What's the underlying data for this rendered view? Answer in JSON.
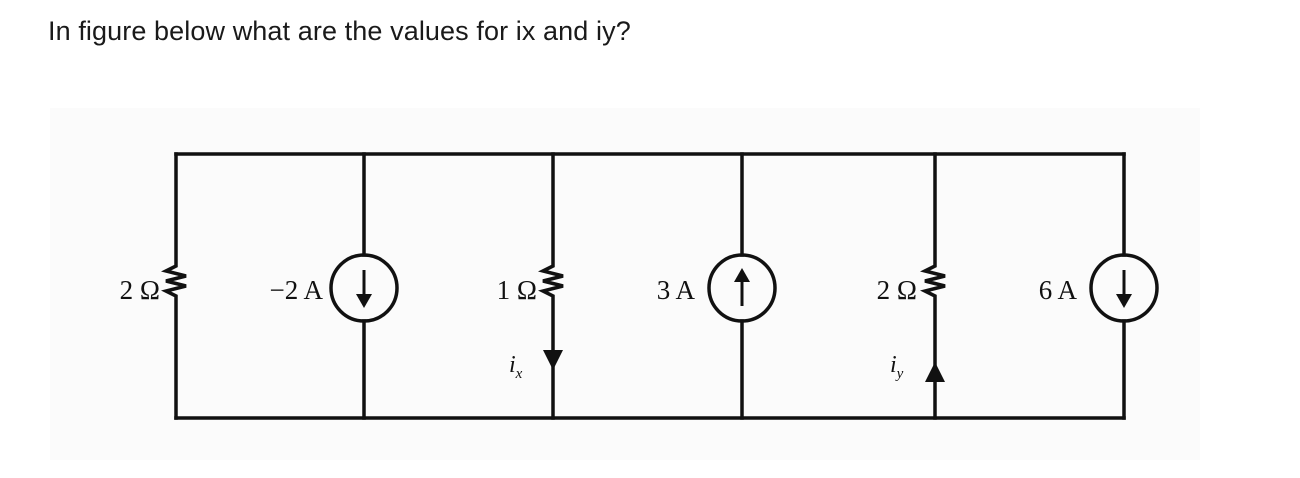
{
  "question": {
    "text": "In figure below what are the values for ix and iy?"
  },
  "circuit": {
    "elements": [
      {
        "type": "resistor",
        "label": "2 Ω"
      },
      {
        "type": "current-source",
        "label": "−2 A",
        "direction": "down"
      },
      {
        "type": "resistor",
        "label": "1 Ω"
      },
      {
        "type": "current-source",
        "label": "3 A",
        "direction": "up"
      },
      {
        "type": "resistor",
        "label": "2 Ω"
      },
      {
        "type": "current-source",
        "label": "6 A",
        "direction": "down"
      }
    ],
    "currents": [
      {
        "symbol": "i",
        "subscript": "x",
        "direction": "down"
      },
      {
        "symbol": "i",
        "subscript": "y",
        "direction": "up"
      }
    ]
  }
}
